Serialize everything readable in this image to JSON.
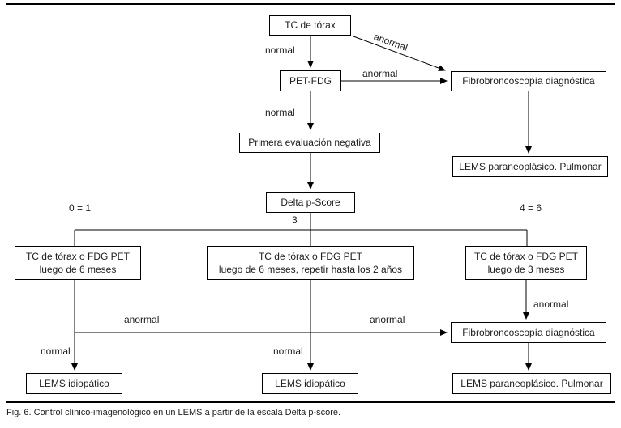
{
  "figure": {
    "caption": "Fig. 6. Control clínico-imagenológico en un LEMS a partir de la escala Delta p-score."
  },
  "flowchart": {
    "nodes": {
      "tc_torax": {
        "label": "TC de tórax"
      },
      "pet_fdg": {
        "label": "PET-FDG"
      },
      "fibro_top": {
        "label": "Fibrobroncoscopía diagnóstica"
      },
      "primera_eval": {
        "label": "Primera evaluación negativa"
      },
      "lems_paraneo_top": {
        "label": "LEMS paraneoplásico. Pulmonar"
      },
      "delta_pscore": {
        "label": "Delta p-Score"
      },
      "followup_left": {
        "line1": "TC de tórax o FDG PET",
        "line2": "luego de 6 meses"
      },
      "followup_mid": {
        "line1": "TC de tórax o FDG PET",
        "line2": "luego de 6 meses, repetir hasta los 2 años"
      },
      "followup_right": {
        "line1": "TC de tórax o FDG PET",
        "line2": "luego de 3 meses"
      },
      "fibro_bottom": {
        "label": "Fibrobroncoscopía diagnóstica"
      },
      "lems_idio_left": {
        "label": "LEMS idiopático"
      },
      "lems_idio_mid": {
        "label": "LEMS idiopático"
      },
      "lems_paraneo_bottom": {
        "label": "LEMS paraneoplásico. Pulmonar"
      }
    },
    "edge_labels": {
      "tc_normal": "normal",
      "tc_anormal": "anormal",
      "pet_anormal": "anormal",
      "pet_normal": "normal",
      "score_left": "0 = 1",
      "score_mid": "3",
      "score_right": "4 = 6",
      "branch_left_anormal": "anormal",
      "branch_mid_anormal": "anormal",
      "branch_right_anormal": "anormal",
      "branch_left_normal": "normal",
      "branch_mid_normal": "normal"
    },
    "colors": {
      "line": "#000000",
      "background": "#ffffff",
      "text": "#1c1c1c"
    }
  }
}
